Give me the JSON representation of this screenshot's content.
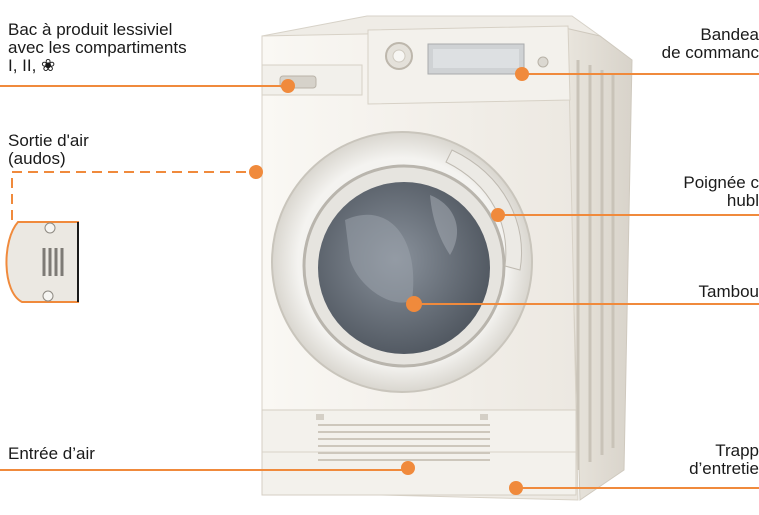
{
  "labels": {
    "bac": "Bac à produit lessiviel\navec les compartiments\nI, II, ❀",
    "sortie_air": "Sortie d'air\n(audos)",
    "entree_air": "Entrée d’air",
    "bandeau": "Bandea\nde commanc",
    "poignee": "Poignée c\nhubl",
    "tambour": "Tambou",
    "trappe": "Trapp\nd’entretie"
  },
  "colors": {
    "accent": "#f08a3c",
    "appliance_body": "#f1eee8",
    "appliance_shadow": "#ddd8cf",
    "drum": "#5e6670",
    "label_text": "#1a1a1a"
  }
}
